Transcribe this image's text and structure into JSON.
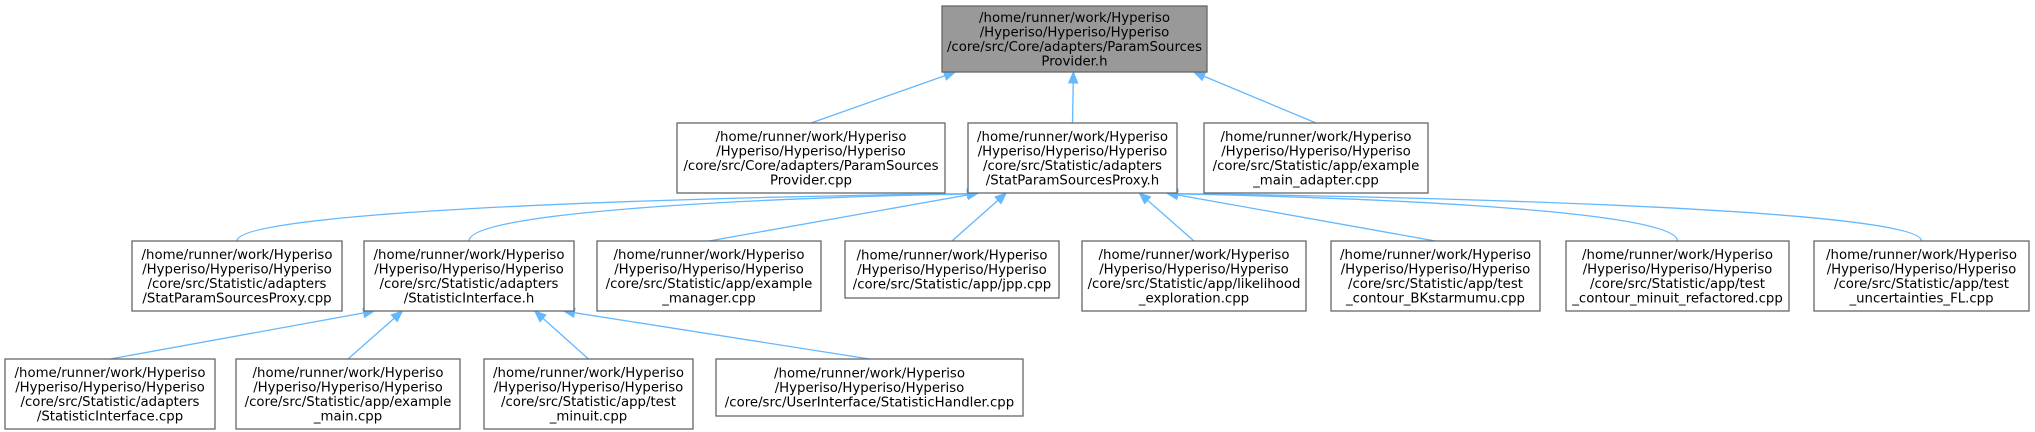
{
  "nodes": [
    {
      "id": "n0",
      "root": true,
      "lines": [
        "/home/runner/work/Hyperiso",
        "/Hyperiso/Hyperiso/Hyperiso",
        "/core/src/Core/adapters/ParamSources",
        "Provider.h"
      ]
    },
    {
      "id": "n1",
      "lines": [
        "/home/runner/work/Hyperiso",
        "/Hyperiso/Hyperiso/Hyperiso",
        "/core/src/Core/adapters/ParamSources",
        "Provider.cpp"
      ]
    },
    {
      "id": "n2",
      "lines": [
        "/home/runner/work/Hyperiso",
        "/Hyperiso/Hyperiso/Hyperiso",
        "/core/src/Statistic/adapters",
        "/StatParamSourcesProxy.h"
      ]
    },
    {
      "id": "n3",
      "lines": [
        "/home/runner/work/Hyperiso",
        "/Hyperiso/Hyperiso/Hyperiso",
        "/core/src/Statistic/app/example",
        "_main_adapter.cpp"
      ]
    },
    {
      "id": "n4",
      "lines": [
        "/home/runner/work/Hyperiso",
        "/Hyperiso/Hyperiso/Hyperiso",
        "/core/src/Statistic/adapters",
        "/StatParamSourcesProxy.cpp"
      ]
    },
    {
      "id": "n5",
      "lines": [
        "/home/runner/work/Hyperiso",
        "/Hyperiso/Hyperiso/Hyperiso",
        "/core/src/Statistic/adapters",
        "/StatisticInterface.h"
      ]
    },
    {
      "id": "n6",
      "lines": [
        "/home/runner/work/Hyperiso",
        "/Hyperiso/Hyperiso/Hyperiso",
        "/core/src/Statistic/app/example",
        "_manager.cpp"
      ]
    },
    {
      "id": "n7",
      "lines": [
        "/home/runner/work/Hyperiso",
        "/Hyperiso/Hyperiso/Hyperiso",
        "/core/src/Statistic/app/jpp.cpp"
      ]
    },
    {
      "id": "n8",
      "lines": [
        "/home/runner/work/Hyperiso",
        "/Hyperiso/Hyperiso/Hyperiso",
        "/core/src/Statistic/app/likelihood",
        "_exploration.cpp"
      ]
    },
    {
      "id": "n9",
      "lines": [
        "/home/runner/work/Hyperiso",
        "/Hyperiso/Hyperiso/Hyperiso",
        "/core/src/Statistic/app/test",
        "_contour_BKstarmumu.cpp"
      ]
    },
    {
      "id": "n10",
      "lines": [
        "/home/runner/work/Hyperiso",
        "/Hyperiso/Hyperiso/Hyperiso",
        "/core/src/Statistic/app/test",
        "_contour_minuit_refactored.cpp"
      ]
    },
    {
      "id": "n11",
      "lines": [
        "/home/runner/work/Hyperiso",
        "/Hyperiso/Hyperiso/Hyperiso",
        "/core/src/Statistic/app/test",
        "_uncertainties_FL.cpp"
      ]
    },
    {
      "id": "n12",
      "lines": [
        "/home/runner/work/Hyperiso",
        "/Hyperiso/Hyperiso/Hyperiso",
        "/core/src/Statistic/adapters",
        "/StatisticInterface.cpp"
      ]
    },
    {
      "id": "n13",
      "lines": [
        "/home/runner/work/Hyperiso",
        "/Hyperiso/Hyperiso/Hyperiso",
        "/core/src/Statistic/app/example",
        "_main.cpp"
      ]
    },
    {
      "id": "n14",
      "lines": [
        "/home/runner/work/Hyperiso",
        "/Hyperiso/Hyperiso/Hyperiso",
        "/core/src/Statistic/app/test",
        "_minuit.cpp"
      ]
    },
    {
      "id": "n15",
      "lines": [
        "/home/runner/work/Hyperiso",
        "/Hyperiso/Hyperiso/Hyperiso",
        "/core/src/UserInterface/StatisticHandler.cpp"
      ]
    }
  ],
  "edges": [
    {
      "from": "n1",
      "to": "n0"
    },
    {
      "from": "n2",
      "to": "n0"
    },
    {
      "from": "n3",
      "to": "n0"
    },
    {
      "from": "n4",
      "to": "n2"
    },
    {
      "from": "n5",
      "to": "n2"
    },
    {
      "from": "n6",
      "to": "n2"
    },
    {
      "from": "n7",
      "to": "n2"
    },
    {
      "from": "n8",
      "to": "n2"
    },
    {
      "from": "n9",
      "to": "n2"
    },
    {
      "from": "n10",
      "to": "n2"
    },
    {
      "from": "n11",
      "to": "n2"
    },
    {
      "from": "n12",
      "to": "n5"
    },
    {
      "from": "n13",
      "to": "n5"
    },
    {
      "from": "n14",
      "to": "n5"
    },
    {
      "from": "n15",
      "to": "n5"
    }
  ],
  "colors": {
    "root_fill": "#999999",
    "node_fill": "#ffffff",
    "node_border": "#666666",
    "edge": "#63b8ff"
  }
}
